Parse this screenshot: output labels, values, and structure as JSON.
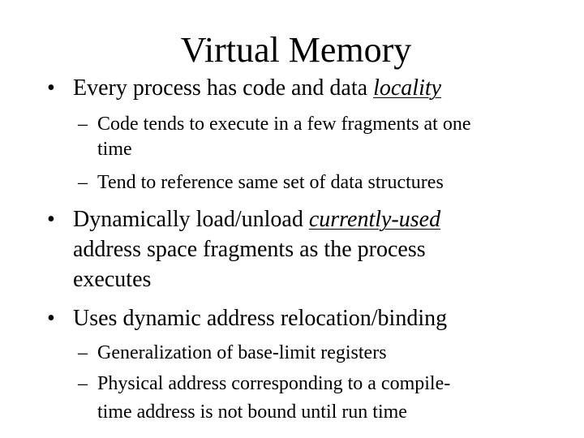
{
  "title": "Virtual Memory",
  "bullet_marker": "•",
  "sub_marker": "–",
  "bullets": [
    {
      "text_before": "Every process has code and data ",
      "emphasis": "locality",
      "sub": [
        {
          "line1": "Code tends to execute in a few fragments at one",
          "line2": "time"
        },
        {
          "line1": "Tend to reference same set of data structures"
        }
      ]
    },
    {
      "text_before": "Dynamically load/unload ",
      "emphasis": "currently-used",
      "line2": "address space fragments as the process",
      "line3": "executes"
    },
    {
      "text": "Uses dynamic address relocation/binding",
      "sub": [
        {
          "line1": "Generalization of base-limit registers"
        },
        {
          "line1": "Physical address corresponding to a compile-",
          "line2": "time address is not bound until run time"
        }
      ]
    }
  ]
}
